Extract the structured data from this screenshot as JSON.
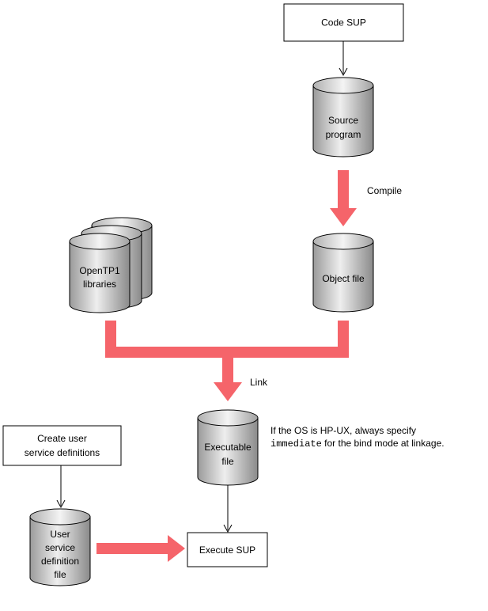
{
  "colors": {
    "flow_arrow": "#f5646a",
    "cylinder_light": "#eeeeee",
    "cylinder_dark": "#9a9a9a",
    "line": "#000000"
  },
  "nodes": {
    "code_sup": {
      "label": "Code SUP"
    },
    "source_program": {
      "label_line1": "Source",
      "label_line2": "program"
    },
    "object_file": {
      "label": "Object file"
    },
    "opentp1_libraries": {
      "label_line1": "OpenTP1",
      "label_line2": "libraries"
    },
    "executable_file": {
      "label_line1": "Executable",
      "label_line2": "file"
    },
    "create_user_service_definitions": {
      "label_line1": "Create user",
      "label_line2": "service definitions"
    },
    "user_service_definition_file": {
      "label_line1": "User",
      "label_line2": "service",
      "label_line3": "definition",
      "label_line4": "file"
    },
    "execute_sup": {
      "label": "Execute SUP"
    }
  },
  "edges": {
    "compile": {
      "label": "Compile"
    },
    "link": {
      "label": "Link"
    }
  },
  "note": {
    "line1": "If the OS is HP-UX, always specify",
    "code": "immediate",
    "line2_rest": " for the bind mode at linkage."
  }
}
